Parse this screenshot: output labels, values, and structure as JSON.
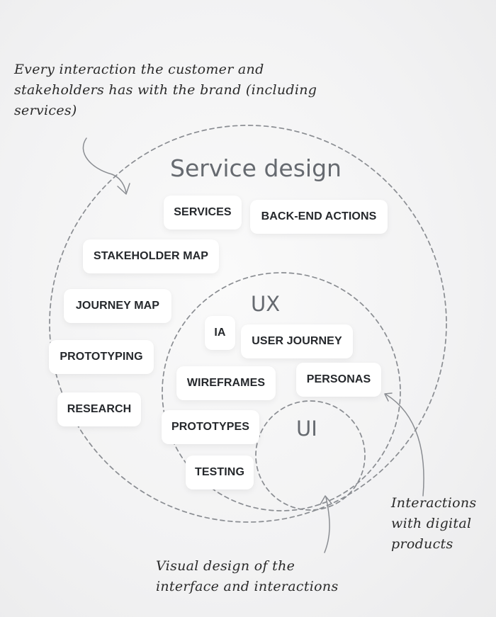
{
  "annotations": {
    "service_design_note": "Every interaction the customer and\nstakeholders has with the brand (including\nservices)",
    "ui_note": "Visual design of the\ninterface and interactions",
    "ux_note": "Interactions\nwith digital\nproducts"
  },
  "zones": {
    "service_design": "Service design",
    "ux": "UX",
    "ui": "UI"
  },
  "chips": {
    "services": "SERVICES",
    "back_end_actions": "BACK-END ACTIONS",
    "stakeholder_map": "STAKEHOLDER MAP",
    "journey_map": "JOURNEY MAP",
    "prototyping": "PROTOTYPING",
    "research": "RESEARCH",
    "ia": "IA",
    "user_journey": "USER JOURNEY",
    "wireframes": "WIREFRAMES",
    "personas": "PERSONAS",
    "prototypes": "PROTOTYPES",
    "testing": "TESTING"
  }
}
